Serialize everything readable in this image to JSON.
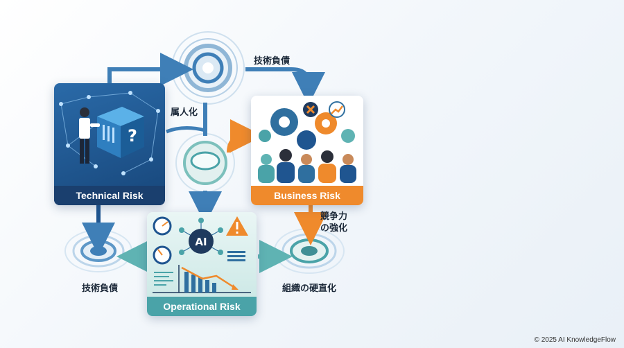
{
  "cards": {
    "technical": {
      "title": "Technical Risk"
    },
    "business": {
      "title": "Business Risk"
    },
    "operational": {
      "title": "Operational Risk"
    }
  },
  "labels": {
    "tech_debt_top": "技術負債",
    "personalization": "属人化",
    "competitiveness_line1": "競争力",
    "competitiveness_line2": "の強化",
    "tech_debt_bottom": "技術負債",
    "org_rigidity": "組織の硬直化"
  },
  "icons": {
    "ai_chip": "AI",
    "question": "?"
  },
  "copyright": "© 2025 AI KnowledgeFlow",
  "colors": {
    "technical": "#1f5590",
    "business": "#ef8a2c",
    "operational": "#4aa3a8",
    "arrow_blue": "#3f7fb7",
    "arrow_teal": "#5fb3b3"
  }
}
